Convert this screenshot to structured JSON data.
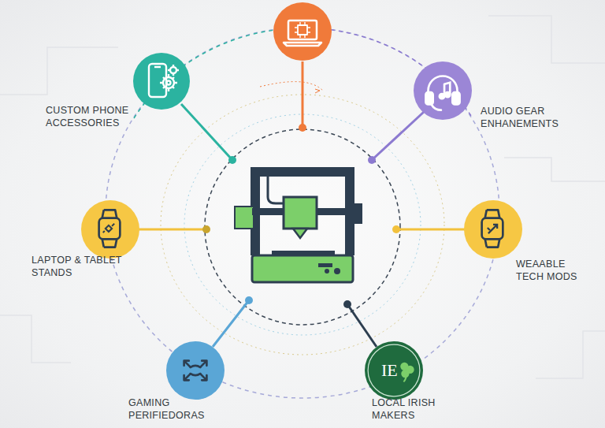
{
  "diagram": {
    "nodes": [
      {
        "text": [
          "CUSTOM PHONE ACCESSORIES"
        ]
      },
      {
        "text": [
          "AUDIO GEAR ENHANEMENTS"
        ]
      },
      {
        "text": [
          "LAPTOP & TABLET STANDS"
        ]
      },
      {
        "text": [
          "WEAABLE TECH MODS"
        ]
      },
      {
        "text": [
          "GAMING PERIFIEDORAS"
        ]
      },
      {
        "text": [
          "IE",
          "LOCAL IRISH MAKERS"
        ]
      }
    ]
  }
}
